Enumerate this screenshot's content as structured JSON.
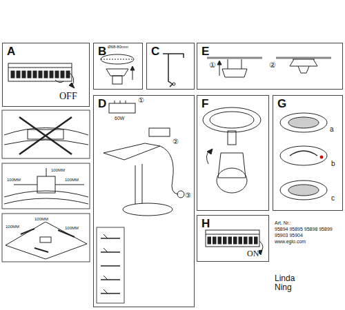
{
  "diagram": {
    "nodes": [
      {
        "text": [
          "A"
        ]
      },
      {
        "text": [
          "B"
        ]
      },
      {
        "text": [
          "C"
        ]
      },
      {
        "text": [
          "E"
        ]
      },
      {
        "text": [
          "D"
        ]
      },
      {
        "text": [
          "F"
        ]
      },
      {
        "text": [
          "G"
        ]
      },
      {
        "text": [
          "H"
        ]
      }
    ],
    "labels": [
      "OFF",
      "Ø68-80mm",
      "①",
      "②",
      "①",
      "60W",
      "②",
      "③",
      "a",
      "b",
      "c",
      "100MM",
      "100MM",
      "100MM",
      "100MM",
      "100MM",
      "100MM",
      "ON",
      "Art. Nr.:",
      "95894 95895 95898 95899",
      "95903 95904",
      "www.eglo.com",
      "Linda Ning"
    ]
  }
}
